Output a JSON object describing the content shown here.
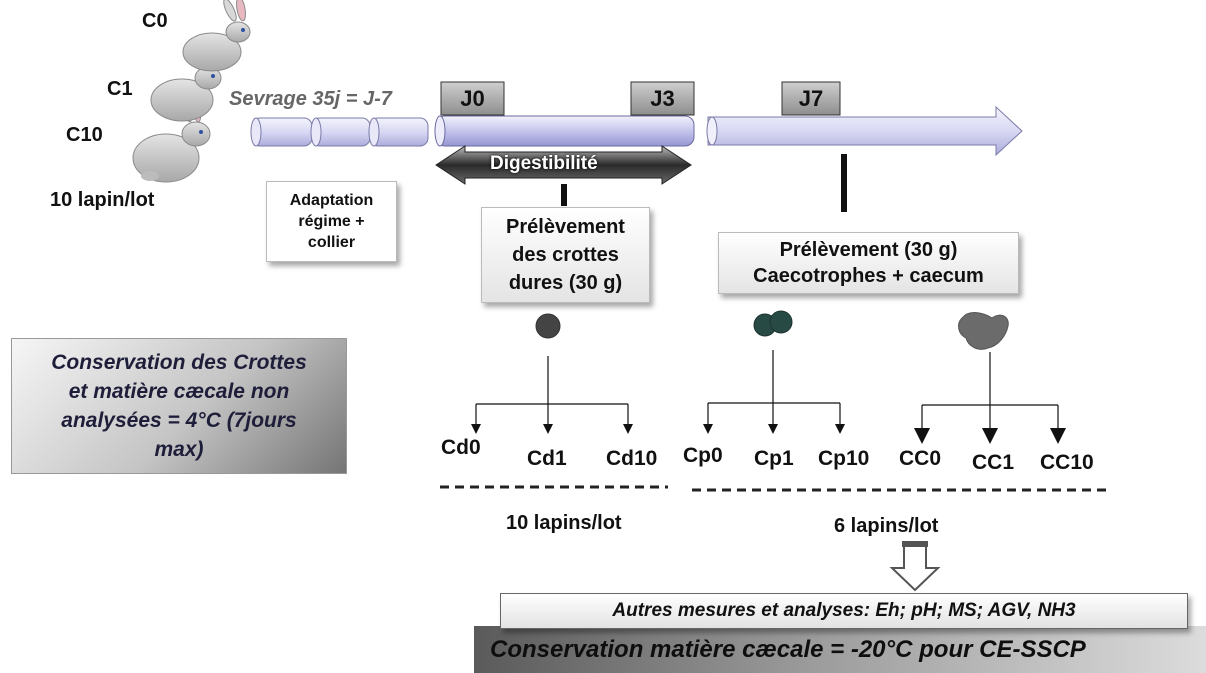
{
  "groups": {
    "c0": "C0",
    "c1": "C1",
    "c10": "C10"
  },
  "group_size": "10 lapin/lot",
  "weaning": "Sevrage 35j = J-7",
  "days": {
    "j0": "J0",
    "j3": "J3",
    "j7": "J7"
  },
  "digestibility": "Digestibilité",
  "adaptation": [
    "Adaptation",
    "régime +",
    "collier"
  ],
  "sampling_hard": [
    "Prélèvement",
    "des crottes",
    "dures (30 g)"
  ],
  "sampling_caeco": [
    "Prélèvement (30 g)",
    "Caecotrophes + caecum"
  ],
  "storage_note": [
    "Conservation des Crottes",
    "et matière cæcale non",
    "analysées = 4°C  (7jours",
    "max)"
  ],
  "samples": {
    "cd0": "Cd0",
    "cd1": "Cd1",
    "cd10": "Cd10",
    "cp0": "Cp0",
    "cp1": "Cp1",
    "cp10": "Cp10",
    "cc0": "CC0",
    "cc1": "CC1",
    "cc10": "CC10"
  },
  "lot_left": "10 lapins/lot",
  "lot_right": "6 lapins/lot",
  "other_measures": "Autres mesures et analyses: Eh; pH; MS; AGV, NH3",
  "storage_frozen": "Conservation matière cæcale  = -20°C  pour CE-SSCP",
  "colors": {
    "timeline_light": "#e6e6f8",
    "timeline_dark": "#9c9cdc",
    "feces_hard": "#444444",
    "caecotrophe": "#274a44",
    "caecum": "#6b6b6b",
    "frozen_bar": "#707070"
  }
}
